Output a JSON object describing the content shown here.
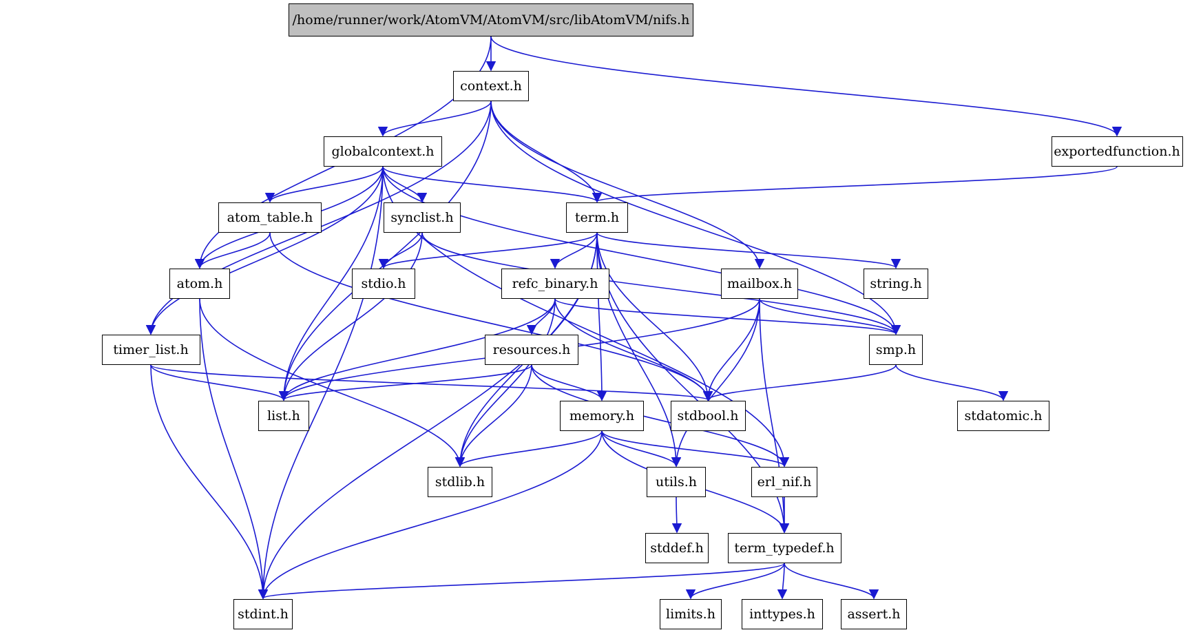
{
  "colors": {
    "edge": "#1a1ad1",
    "root_fill": "#bfbfbf",
    "node_fill": "#ffffff",
    "border": "#000000"
  },
  "nodes": {
    "nifs": "/home/runner/work/AtomVM/AtomVM/src/libAtomVM/nifs.h",
    "context": "context.h",
    "exportedfunction": "exportedfunction.h",
    "globalcontext": "globalcontext.h",
    "term": "term.h",
    "atom_table": "atom_table.h",
    "synclist": "synclist.h",
    "atom": "atom.h",
    "stdio": "stdio.h",
    "refc_binary": "refc_binary.h",
    "mailbox": "mailbox.h",
    "string": "string.h",
    "timer_list": "timer_list.h",
    "resources": "resources.h",
    "smp": "smp.h",
    "list": "list.h",
    "stdbool": "stdbool.h",
    "memory": "memory.h",
    "stdatomic": "stdatomic.h",
    "stdlib": "stdlib.h",
    "utils": "utils.h",
    "erl_nif": "erl_nif.h",
    "stddef": "stddef.h",
    "term_typedef": "term_typedef.h",
    "stdint": "stdint.h",
    "limits": "limits.h",
    "inttypes": "inttypes.h",
    "assert": "assert.h"
  },
  "edges": [
    [
      "nifs",
      "context"
    ],
    [
      "nifs",
      "exportedfunction"
    ],
    [
      "nifs",
      "atom"
    ],
    [
      "context",
      "globalcontext"
    ],
    [
      "context",
      "term"
    ],
    [
      "context",
      "mailbox"
    ],
    [
      "context",
      "smp"
    ],
    [
      "context",
      "timer_list"
    ],
    [
      "context",
      "list"
    ],
    [
      "exportedfunction",
      "term"
    ],
    [
      "globalcontext",
      "atom_table"
    ],
    [
      "globalcontext",
      "synclist"
    ],
    [
      "globalcontext",
      "term"
    ],
    [
      "globalcontext",
      "atom"
    ],
    [
      "globalcontext",
      "timer_list"
    ],
    [
      "globalcontext",
      "list"
    ],
    [
      "globalcontext",
      "stdint"
    ],
    [
      "globalcontext",
      "smp"
    ],
    [
      "globalcontext",
      "erl_nif"
    ],
    [
      "atom_table",
      "atom"
    ],
    [
      "atom_table",
      "stdbool"
    ],
    [
      "synclist",
      "stdio"
    ],
    [
      "synclist",
      "list"
    ],
    [
      "synclist",
      "smp"
    ],
    [
      "term",
      "stdio"
    ],
    [
      "term",
      "refc_binary"
    ],
    [
      "term",
      "string"
    ],
    [
      "term",
      "memory"
    ],
    [
      "term",
      "stdbool"
    ],
    [
      "term",
      "stdlib"
    ],
    [
      "term",
      "utils"
    ],
    [
      "term",
      "stdint"
    ],
    [
      "term",
      "term_typedef"
    ],
    [
      "atom",
      "stdint"
    ],
    [
      "atom",
      "stdlib"
    ],
    [
      "refc_binary",
      "resources"
    ],
    [
      "refc_binary",
      "list"
    ],
    [
      "refc_binary",
      "stdbool"
    ],
    [
      "refc_binary",
      "stdlib"
    ],
    [
      "refc_binary",
      "smp"
    ],
    [
      "mailbox",
      "list"
    ],
    [
      "mailbox",
      "smp"
    ],
    [
      "mailbox",
      "stdbool"
    ],
    [
      "mailbox",
      "utils"
    ],
    [
      "mailbox",
      "term_typedef"
    ],
    [
      "timer_list",
      "list"
    ],
    [
      "timer_list",
      "stdbool"
    ],
    [
      "timer_list",
      "stdint"
    ],
    [
      "resources",
      "memory"
    ],
    [
      "resources",
      "list"
    ],
    [
      "resources",
      "stdlib"
    ],
    [
      "resources",
      "erl_nif"
    ],
    [
      "smp",
      "stdbool"
    ],
    [
      "smp",
      "stdatomic"
    ],
    [
      "memory",
      "stdlib"
    ],
    [
      "memory",
      "utils"
    ],
    [
      "memory",
      "erl_nif"
    ],
    [
      "memory",
      "term_typedef"
    ],
    [
      "memory",
      "stdint"
    ],
    [
      "utils",
      "stddef"
    ],
    [
      "erl_nif",
      "term_typedef"
    ],
    [
      "term_typedef",
      "stdint"
    ],
    [
      "term_typedef",
      "limits"
    ],
    [
      "term_typedef",
      "inttypes"
    ],
    [
      "term_typedef",
      "assert"
    ]
  ]
}
